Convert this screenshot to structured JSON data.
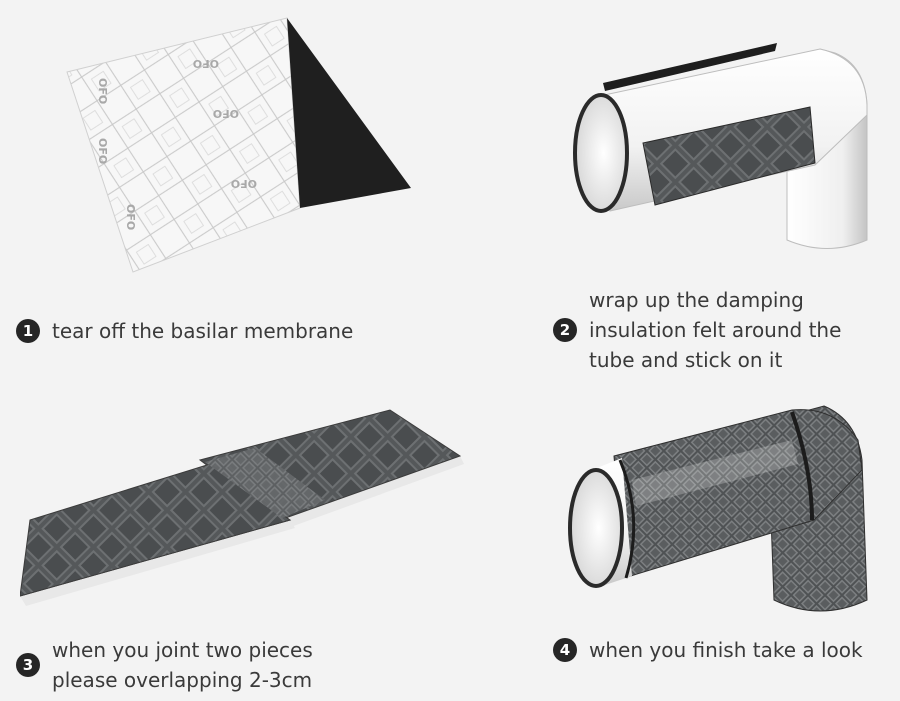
{
  "steps": [
    {
      "number": "1",
      "lines": [
        "tear off the basilar membrane"
      ]
    },
    {
      "number": "2",
      "lines": [
        "wrap up the damping",
        "insulation felt around the",
        "tube and stick on it"
      ]
    },
    {
      "number": "3",
      "lines": [
        "when you joint two pieces",
        "please overlapping 2-3cm"
      ]
    },
    {
      "number": "4",
      "lines": [
        "when you finish take a look"
      ]
    }
  ],
  "sheet_print": "OFO",
  "colors": {
    "background": "#f3f3f3",
    "text": "#3a3a3a",
    "badge": "#262626",
    "felt": "#55585a",
    "tube": "#ffffff"
  }
}
